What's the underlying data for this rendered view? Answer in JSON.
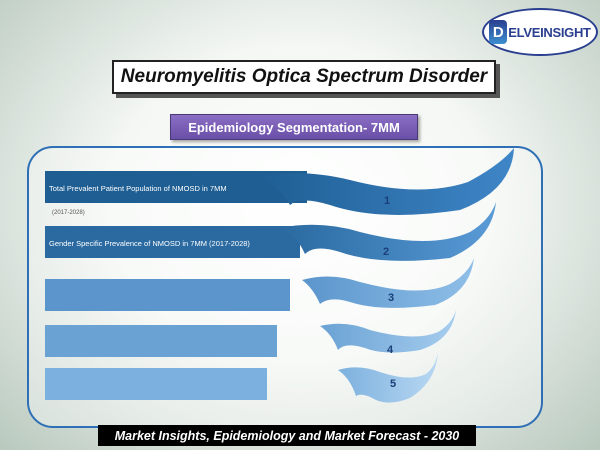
{
  "logo": {
    "mark": "D",
    "text": "ELVEINSIGHT"
  },
  "title": "Neuromyelitis Optica Spectrum Disorder",
  "segment_label": "Epidemiology Segmentation- 7MM",
  "rows": [
    {
      "number": "1",
      "label": "Total Prevalent Patient Population of NMOSD in 7MM"
    },
    {
      "number": "2",
      "label": "Gender Specific Prevalence of NMOSD in 7MM (2017-2028)"
    },
    {
      "number": "3",
      "label": ""
    },
    {
      "number": "4",
      "label": ""
    },
    {
      "number": "5",
      "label": ""
    }
  ],
  "row1_note": "(2017-2028)",
  "footer": "Market Insights, Epidemiology and Market Forecast - 2030",
  "colors": {
    "frame": "#2e6fb5",
    "segment_bg": "#6a4fa8",
    "bar_dark": "#1e5e93",
    "bar_light": "#7cb0de",
    "footer_bg": "#000000"
  }
}
